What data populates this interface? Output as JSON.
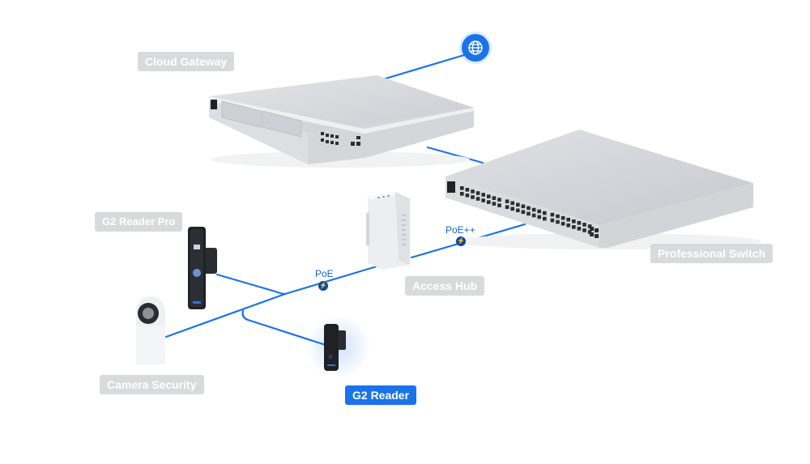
{
  "diagram": {
    "title": "Access network topology",
    "accent_color": "#1a73e8",
    "nodes": [
      {
        "id": "internet",
        "label": "",
        "icon": "globe-icon"
      },
      {
        "id": "cloud-gateway",
        "label": "Cloud Gateway"
      },
      {
        "id": "professional-switch",
        "label": "Professional Switch"
      },
      {
        "id": "access-hub",
        "label": "Access Hub"
      },
      {
        "id": "g2-reader-pro",
        "label": "G2 Reader Pro"
      },
      {
        "id": "camera-security",
        "label": "Camera Security"
      },
      {
        "id": "g2-reader",
        "label": "G2 Reader",
        "highlighted": true
      }
    ],
    "links": [
      {
        "from": "internet",
        "to": "cloud-gateway",
        "label": ""
      },
      {
        "from": "cloud-gateway",
        "to": "professional-switch",
        "label": ""
      },
      {
        "from": "professional-switch",
        "to": "access-hub",
        "label": "PoE++",
        "icon": "power-icon"
      },
      {
        "from": "access-hub",
        "to": "g2-reader-pro",
        "label": "PoE",
        "icon": "power-icon"
      },
      {
        "from": "access-hub",
        "to": "camera-security",
        "label": "PoE"
      },
      {
        "from": "access-hub",
        "to": "g2-reader",
        "label": "PoE"
      }
    ]
  },
  "labels": {
    "cloud_gateway": "Cloud Gateway",
    "professional_switch": "Professional Switch",
    "access_hub": "Access Hub",
    "g2_reader_pro": "G2 Reader Pro",
    "camera_security": "Camera Security",
    "g2_reader": "G2 Reader",
    "poe_plus": "PoE++",
    "poe": "PoE",
    "power_glyph": "⚡"
  }
}
